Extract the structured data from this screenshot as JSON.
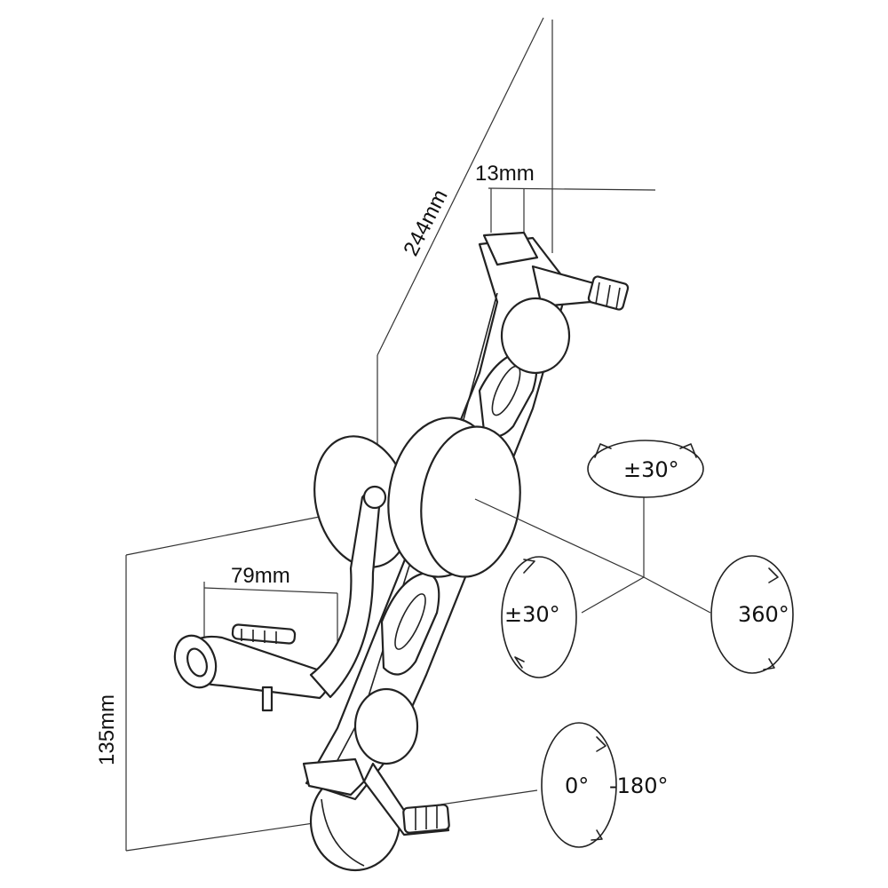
{
  "dimensions": {
    "length": "244mm",
    "thickness": "13mm",
    "clamp_width": "79mm",
    "height": "135mm"
  },
  "rotations": {
    "tilt_vertical": "±30°",
    "tilt_horizontal": "±30°",
    "swivel": "360°",
    "orientation_start": "0°",
    "orientation_end": "-180°"
  },
  "colors": {
    "line": "#222222",
    "background": "#ffffff"
  }
}
